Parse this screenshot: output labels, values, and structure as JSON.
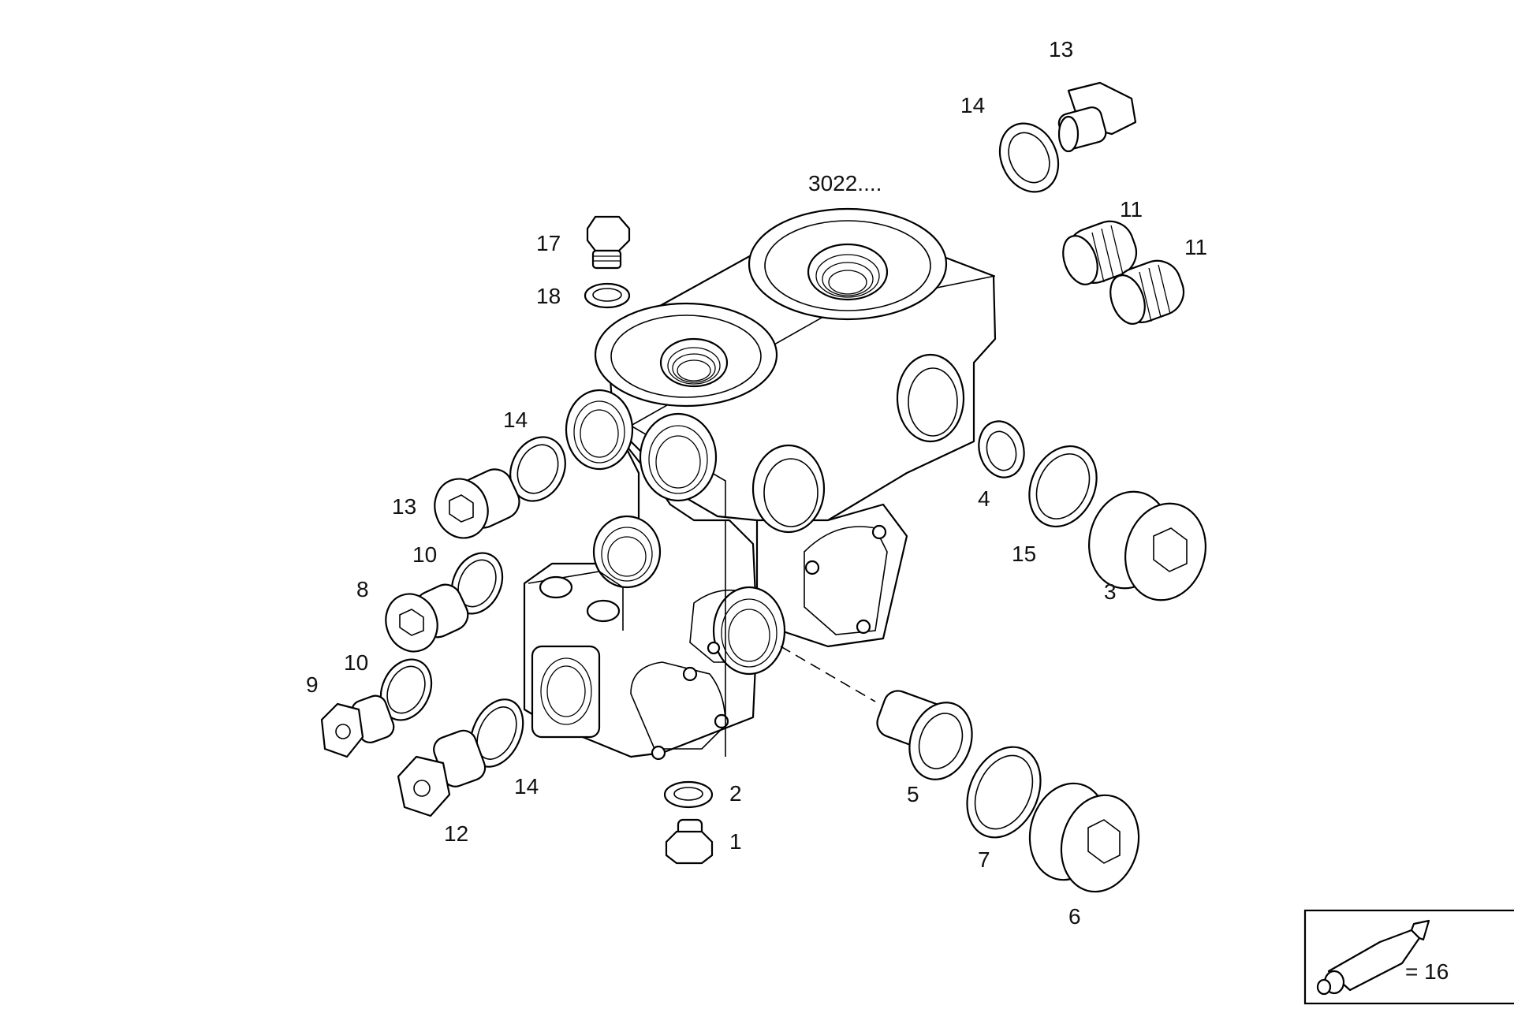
{
  "diagram": {
    "assembly_label": "3022....",
    "callouts": [
      "1",
      "2",
      "3",
      "4",
      "5",
      "6",
      "7",
      "8",
      "9",
      "10",
      "10",
      "11",
      "11",
      "12",
      "13",
      "13",
      "14",
      "14",
      "14",
      "15",
      "17",
      "18"
    ],
    "legend": {
      "icon": "sealant-tube-icon",
      "text": "= 16"
    }
  },
  "colors": {
    "line": "#000000",
    "background": "#ffffff"
  }
}
